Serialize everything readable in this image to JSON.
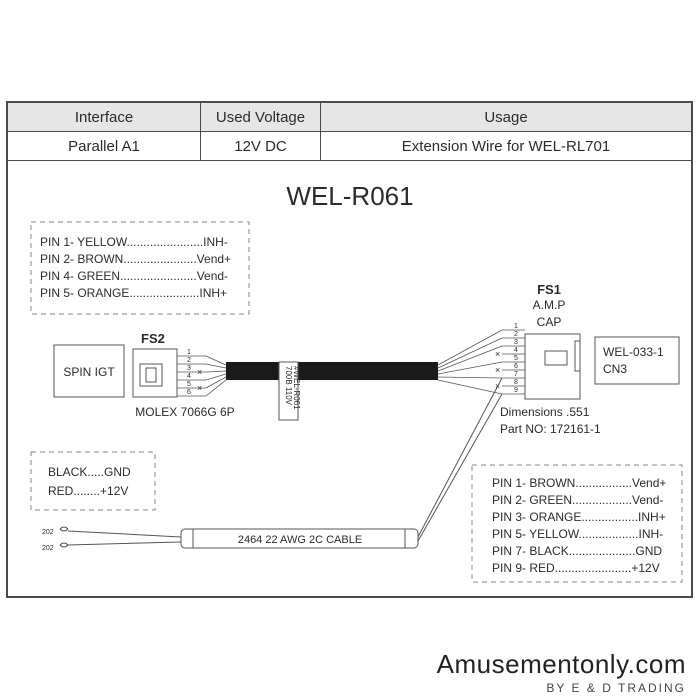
{
  "table": {
    "headers": [
      "Interface",
      "Used Voltage",
      "Usage"
    ],
    "row": [
      "Parallel A1",
      "12V DC",
      "Extension Wire for WEL-RL701"
    ]
  },
  "diagram": {
    "title": "WEL-R061",
    "pin_box_top": [
      "PIN 1- YELLOW.......................INH-",
      "PIN 2- BROWN......................Vend+",
      "PIN 4- GREEN.......................Vend-",
      "PIN 5- ORANGE.....................INH+"
    ],
    "fs2_label": "FS2",
    "spin_igt": "SPIN IGT",
    "molex": "MOLEX 7066G 6P",
    "fs2_pins": [
      "1",
      "2",
      "3",
      "4",
      "5",
      "6"
    ],
    "cable_tag": [
      "700B 110V",
      "#WEL-R061"
    ],
    "fs1_label": "FS1",
    "fs1_sub1": "A.M.P",
    "fs1_sub2": "CAP",
    "fs1_pins": [
      "1",
      "2",
      "3",
      "4",
      "5",
      "6",
      "7",
      "8",
      "9"
    ],
    "wel_box": [
      "WEL-033-1",
      "CN3"
    ],
    "dimensions": "Dimensions  .551",
    "part_no": "Part NO: 172161-1",
    "power_box": [
      "BLACK.....GND",
      "RED........+12V"
    ],
    "terminals": [
      "202",
      "202"
    ],
    "cable_label": "2464  22 AWG  2C  CABLE",
    "pin_box_bottom": [
      "PIN 1- BROWN.................Vend+",
      "PIN 2- GREEN..................Vend-",
      "PIN 3- ORANGE.................INH+",
      "PIN 5- YELLOW..................INH-",
      "PIN 7- BLACK....................GND",
      "PIN 9- RED.......................+12V"
    ]
  },
  "brand": {
    "name": "Amusementonly.com",
    "sub": "BY E & D TRADING"
  }
}
